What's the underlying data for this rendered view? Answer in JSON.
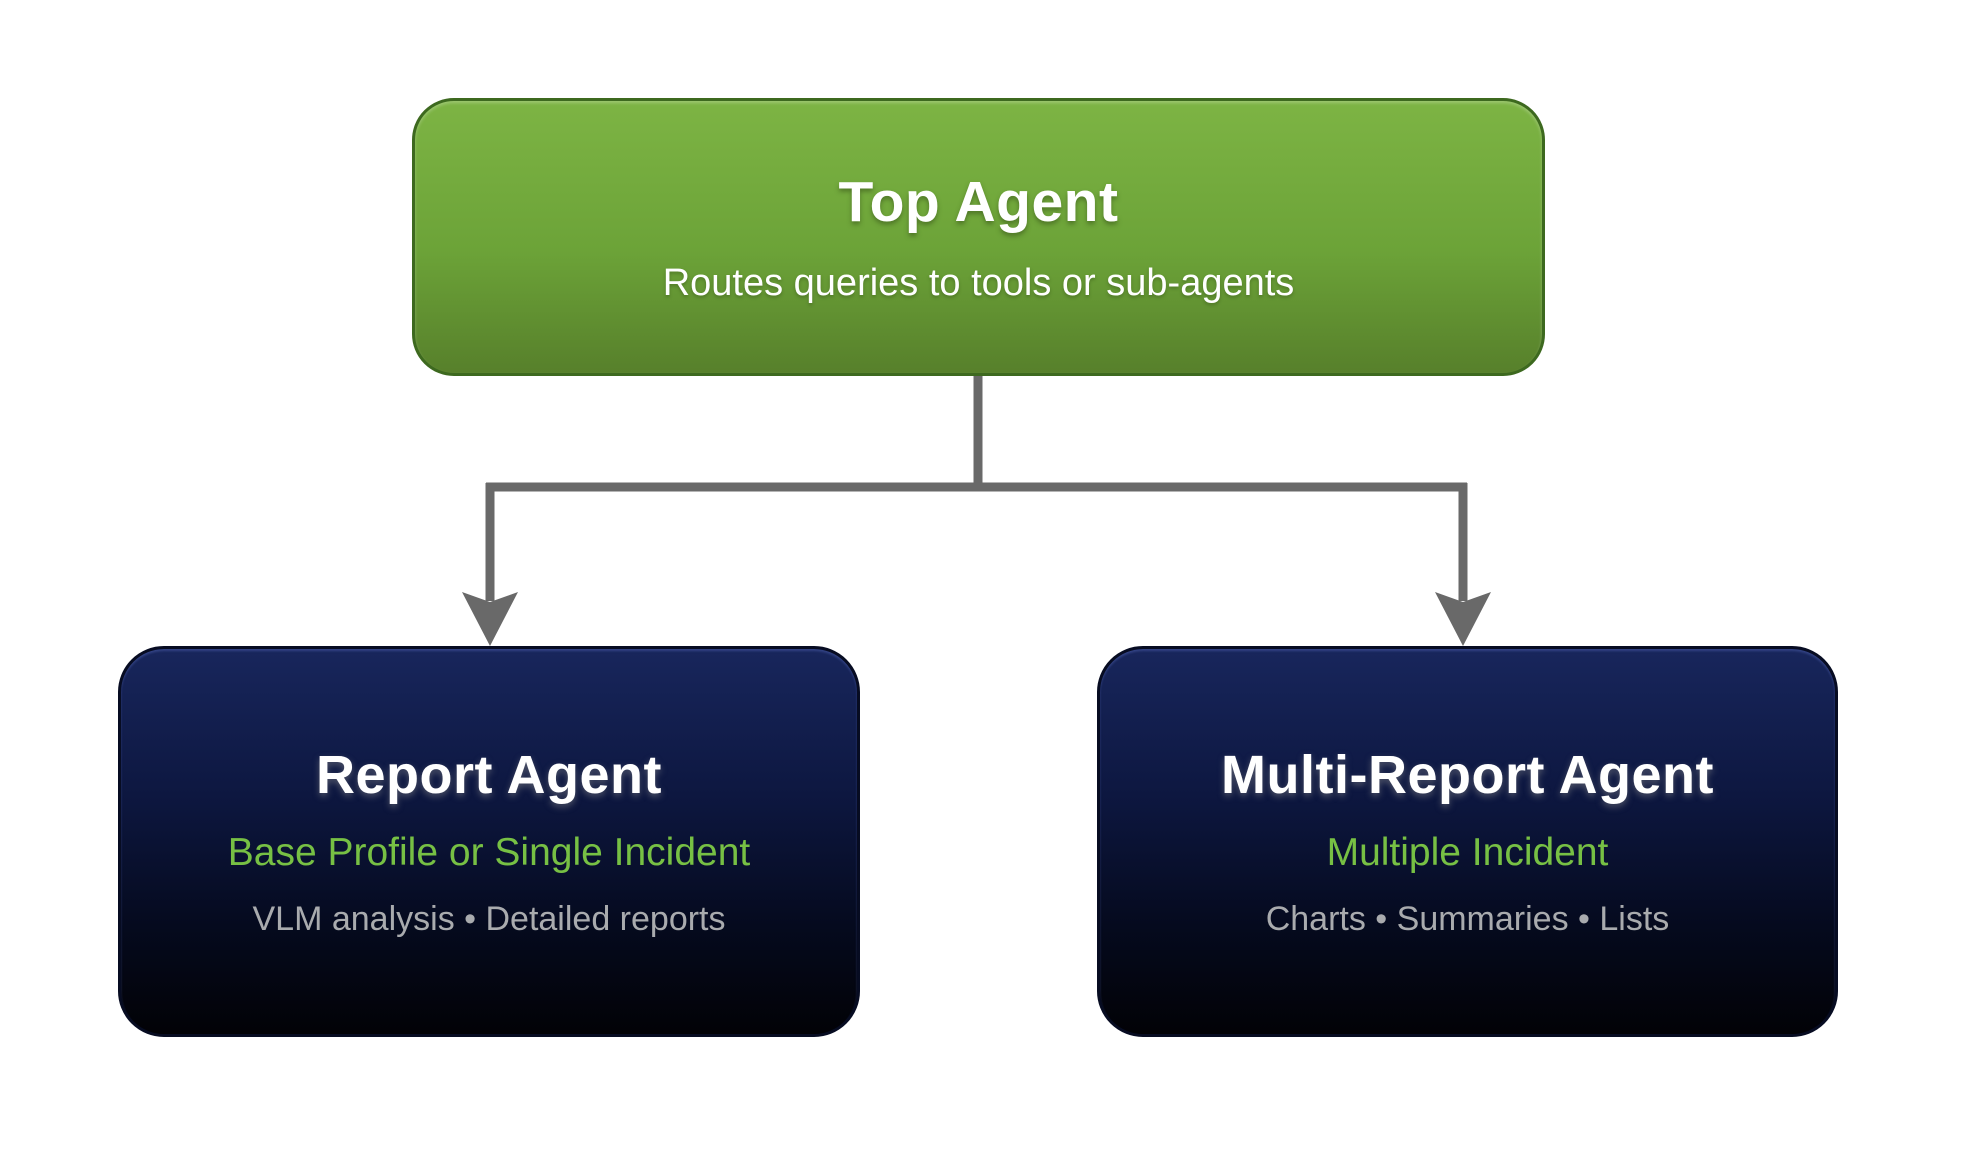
{
  "nodes": {
    "top_agent": {
      "title": "Top Agent",
      "subtitle": "Routes queries to tools or sub-agents"
    },
    "report_agent": {
      "title": "Report Agent",
      "highlight": "Base Profile or Single Incident",
      "details": "VLM analysis • Detailed reports"
    },
    "multi_report_agent": {
      "title": "Multi-Report Agent",
      "highlight": "Multiple Incident",
      "details": "Charts • Summaries • Lists"
    }
  },
  "colors": {
    "top_node_gradient_top": "#7db444",
    "top_node_gradient_bottom": "#57802b",
    "top_node_border": "#3d691f",
    "sub_node_gradient_top": "#18265c",
    "sub_node_gradient_bottom": "#020206",
    "sub_node_border": "#070c22",
    "accent_green_text": "#77c044",
    "muted_gray_text": "#a9abae",
    "connector_gray": "#696969",
    "title_text": "#ffffff",
    "background": "#ffffff"
  }
}
